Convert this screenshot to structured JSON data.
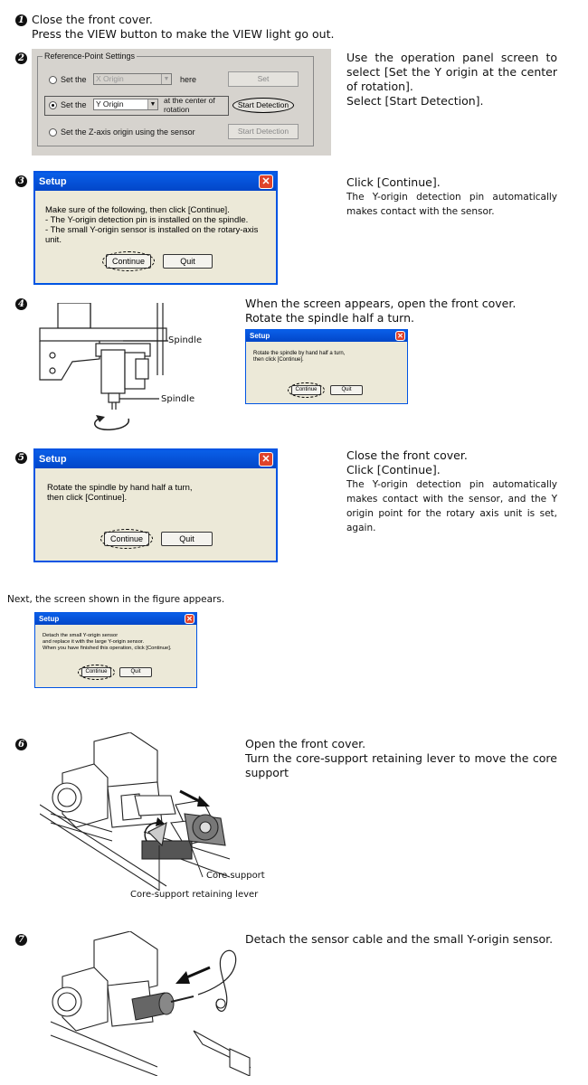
{
  "steps": {
    "s1": {
      "number": "1",
      "line1": "Close the front cover.",
      "line2": "Press the VIEW button to make the VIEW light go out."
    },
    "s2": {
      "number": "2",
      "text_main": "Use the operation panel screen to select [Set the Y origin at the center of rotation].",
      "text_select": "Select [Start Detection].",
      "panel": {
        "legend": "Reference-Point Settings",
        "row1_label": "Set the",
        "row1_combo": "X Origin",
        "row1_suffix": "here",
        "row1_button": "Set",
        "row2_label": "Set the",
        "row2_combo": "Y Origin",
        "row2_suffix": "at the center of rotation",
        "row2_button": "Start Detection",
        "row3_label": "Set the Z-axis origin using the sensor",
        "row3_button": "Start Detection"
      }
    },
    "s3": {
      "number": "3",
      "line1": "Click [Continue].",
      "line2": "The Y-origin detection pin automatically makes contact with the sensor.",
      "dialog": {
        "title": "Setup",
        "message": "Make sure of the following, then click [Continue].\n- The Y-origin detection pin is installed on the spindle.\n- The small Y-origin sensor is installed on the rotary-axis unit.",
        "continue": "Continue",
        "quit": "Quit"
      }
    },
    "s4": {
      "number": "4",
      "line1": "When the screen appears, open the front cover.",
      "line2": "Rotate the spindle half a turn.",
      "label_a": "Spindle",
      "label_b": "Spindle",
      "dialog": {
        "title": "Setup",
        "message": "Rotate the spindle by hand half a turn,\nthen click [Continue].",
        "continue": "Continue",
        "quit": "Quit"
      }
    },
    "s5": {
      "number": "5",
      "line1": "Close the front cover.",
      "line2": "Click [Continue].",
      "line3": "The Y-origin detection pin automatically makes contact with the sensor, and the Y origin point for the rotary axis unit is set, again.",
      "dialog": {
        "title": "Setup",
        "message": "Rotate the spindle by hand half a turn,\nthen click [Continue].",
        "continue": "Continue",
        "quit": "Quit"
      }
    },
    "next": {
      "text": "Next, the screen shown in the figure appears.",
      "dialog": {
        "title": "Setup",
        "message": "Detach the small Y-origin sensor\nand replace it with the large Y-origin sensor.\nWhen you have finished this operation, click [Continue].",
        "continue": "Continue",
        "quit": "Quit"
      }
    },
    "s6": {
      "number": "6",
      "line1": "Open the front cover.",
      "line2": "Turn the core-support retaining lever to move the core support",
      "label_a": "Core support",
      "label_b": "Core-support retaining lever"
    },
    "s7": {
      "number": "7",
      "line1": "Detach the sensor cable and the small Y-origin sensor."
    }
  },
  "colors": {
    "titlebar": "#0a5fe8",
    "dialog_bg": "#ece9d8",
    "close_button": "#e0432b",
    "panel_bg": "#d6d3ce"
  }
}
